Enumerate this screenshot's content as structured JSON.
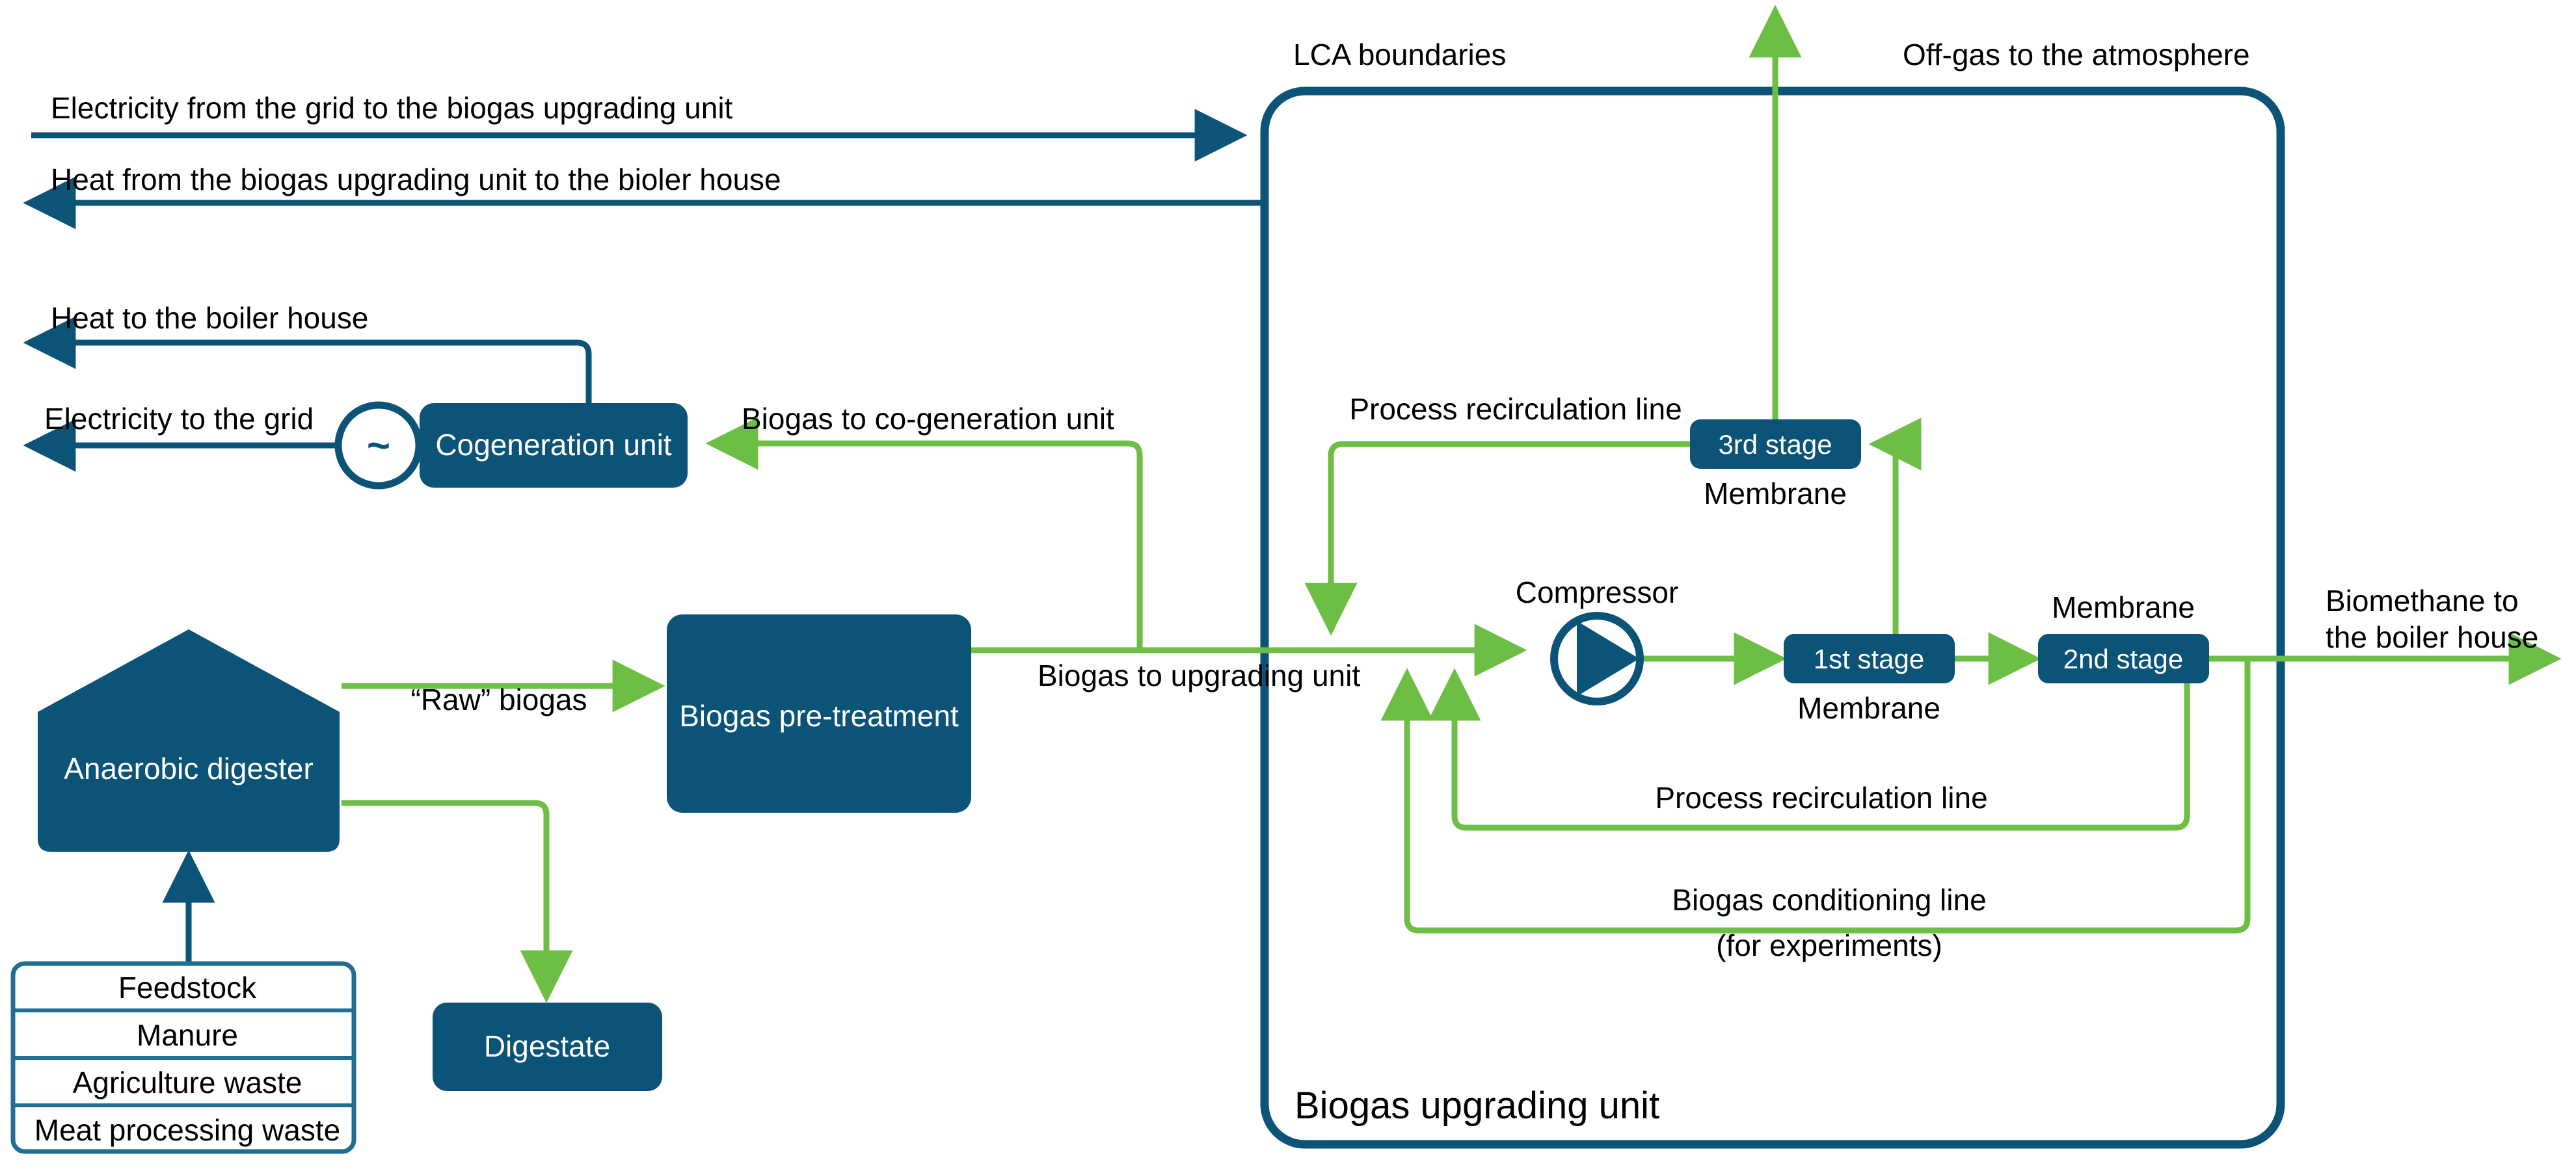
{
  "colors": {
    "dark_blue": "#0B5377",
    "green": "#6CBE45",
    "white": "#FFFFFF",
    "black": "#000000",
    "table_border": "#1F6E94"
  },
  "boundary": {
    "title": "LCA boundaries",
    "unit_label": "Biogas upgrading unit"
  },
  "flows": {
    "electricity_from_grid": "Electricity from the grid to the biogas upgrading unit",
    "heat_from_upgrading": "Heat from the biogas upgrading unit to the bioler house",
    "heat_to_boiler": "Heat to the boiler house",
    "electricity_to_grid": "Electricity to the grid",
    "biogas_to_cogeneration": "Biogas to co-generation unit",
    "raw_biogas": "“Raw” biogas",
    "biogas_to_upgrading": "Biogas to upgrading unit",
    "offgas_to_atmosphere": "Off-gas to the atmosphere",
    "process_recirculation_top": "Process recirculation line",
    "process_recirculation_bottom": "Process recirculation line",
    "biogas_conditioning": "Biogas conditioning line",
    "biogas_conditioning_note": "(for experiments)",
    "biomethane_line1": "Biomethane to",
    "biomethane_line2": "the boiler house"
  },
  "nodes": {
    "cogeneration_unit": "Cogeneration unit",
    "generator_symbol": "~",
    "anaerobic_digester": "Anaerobic digester",
    "biogas_pretreatment": "Biogas pre-treatment",
    "digestate": "Digestate",
    "compressor": "Compressor",
    "membrane_1_caption": "Membrane",
    "membrane_1_stage": "1st stage",
    "membrane_2_caption": "Membrane",
    "membrane_2_stage": "2nd stage",
    "membrane_3_caption": "Membrane",
    "membrane_3_stage": "3rd stage"
  },
  "feedstock_table": {
    "rows": [
      "Feedstock",
      "Manure",
      "Agriculture waste",
      "Meat processing waste"
    ]
  }
}
